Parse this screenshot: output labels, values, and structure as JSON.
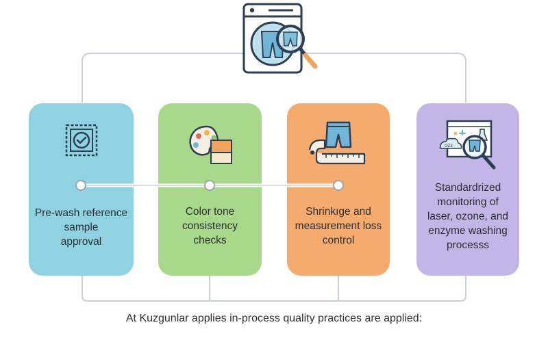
{
  "caption": "At Kuzgunlar applies in-process quality practices are applied:",
  "colors": {
    "card_blue": "#8fd3e3",
    "card_green": "#a8d889",
    "card_orange": "#f5ab6e",
    "card_purple": "#c2b6e6",
    "line": "#c9cfd6",
    "icon_stroke": "#2c3e50",
    "icon_blue": "#5bb4d6"
  },
  "icons": {
    "top": "washing-machine-magnifier-icon",
    "step1": "approval-stamp-icon",
    "step2": "color-palette-icon",
    "step3": "shorts-measuring-tape-icon",
    "step4": "laser-wash-monitor-icon"
  },
  "steps": [
    {
      "lines": [
        "Pre-wash reference",
        "sample",
        "approval"
      ]
    },
    {
      "lines": [
        "Color tone",
        "consistency",
        "checks"
      ]
    },
    {
      "lines": [
        "Shrinkıge and",
        "measurement loss",
        "control"
      ]
    },
    {
      "lines": [
        "Standardrized",
        "monitoring of",
        "laser, ozone, and",
        "enzyme washing",
        "processs"
      ]
    }
  ],
  "labels": {
    "ozone_tag": "OZ3"
  }
}
